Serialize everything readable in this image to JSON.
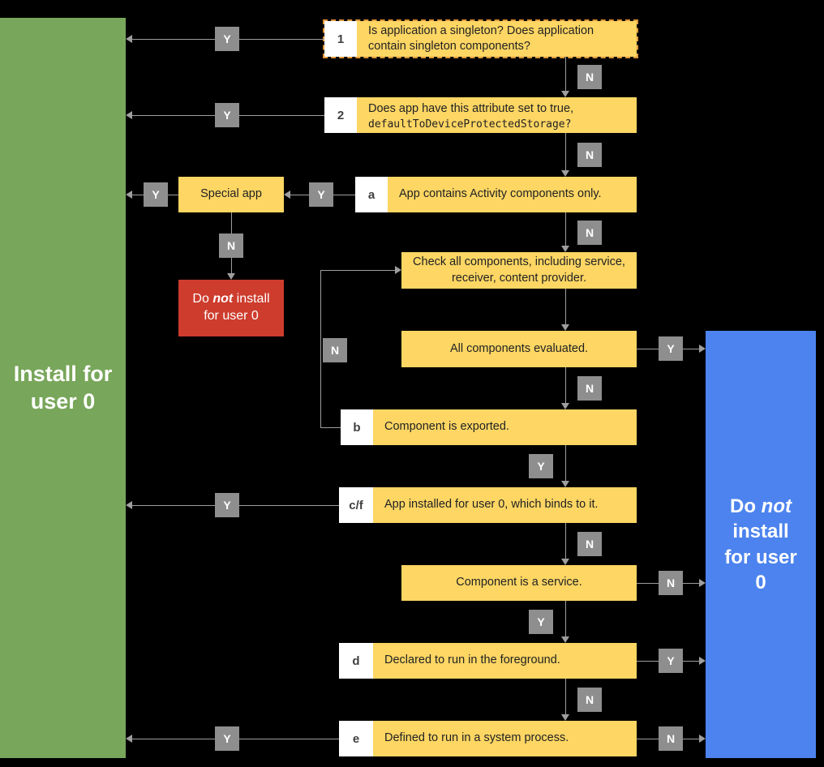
{
  "labels": {
    "yes": "Y",
    "no": "N"
  },
  "terminals": {
    "green": {
      "text": "Install for user 0"
    },
    "blue": {
      "pre": "Do",
      "not_word": "not",
      "rest": "install for user 0"
    },
    "red": {
      "pre": "Do",
      "not_word": "not",
      "rest": "install for user 0"
    }
  },
  "nodes": {
    "n1": {
      "num": "1",
      "text": "Is application a singleton? Does application contain singleton components?"
    },
    "n2": {
      "num": "2",
      "text": "Does app have this attribute set to true,",
      "code": "defaultToDeviceProtectedStorage?"
    },
    "na": {
      "num": "a",
      "text": "App contains Activity components only."
    },
    "special": {
      "text": "Special app"
    },
    "check": {
      "text": "Check all components, including service, receiver, content provider."
    },
    "evaluated": {
      "text": "All components evaluated."
    },
    "nb": {
      "num": "b",
      "text": "Component is exported."
    },
    "ncf": {
      "num": "c/f",
      "text": "App installed for user 0, which binds to it."
    },
    "service": {
      "text": "Component is a service."
    },
    "nd": {
      "num": "d",
      "text": "Declared to run in the foreground."
    },
    "ne": {
      "num": "e",
      "text": "Defined to run in a system process."
    }
  },
  "colors": {
    "background": "#000000",
    "node_yellow": "#fdd663",
    "terminal_green": "#78a65a",
    "terminal_blue": "#4c83ee",
    "terminal_red": "#cd3c2d",
    "badge_gray": "#8e8e8e",
    "line_gray": "#9e9e9e",
    "dashed_border": "#e39a3b"
  }
}
